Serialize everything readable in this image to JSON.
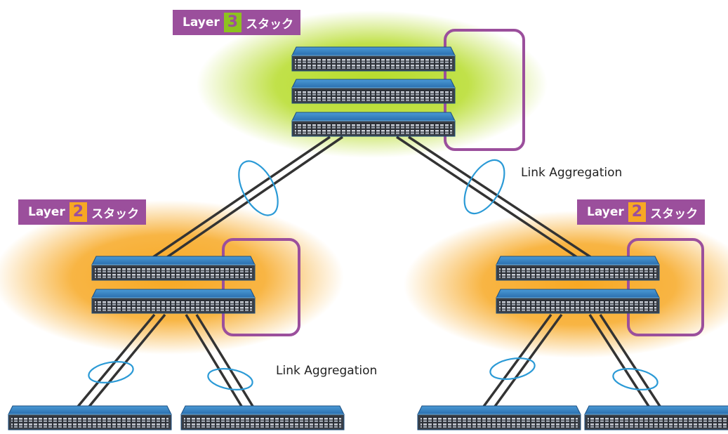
{
  "labels": {
    "top": {
      "prefix": "Layer",
      "number": "3",
      "suffix": "スタック"
    },
    "left": {
      "prefix": "Layer",
      "number": "2",
      "suffix": "スタック"
    },
    "right": {
      "prefix": "Layer",
      "number": "2",
      "suffix": "スタック"
    }
  },
  "link_aggregation_top": "Link Aggregation",
  "link_aggregation_bottom": "Link Aggregation",
  "colors": {
    "label_bg": "#9b4f9c",
    "layer3_num_bg": "#8dc21f",
    "layer2_num_bg": "#f7a823",
    "stack_bracket": "#9b4f9c",
    "green_glow": "#b6dc2a",
    "orange_glow": "#f7a823",
    "switch_body": "#2f79b8",
    "link_ring": "#2b9ad6",
    "cable": "#333333"
  },
  "icons": {
    "switch": "network-switch-icon",
    "link_ring": "link-aggregation-ring-icon"
  }
}
